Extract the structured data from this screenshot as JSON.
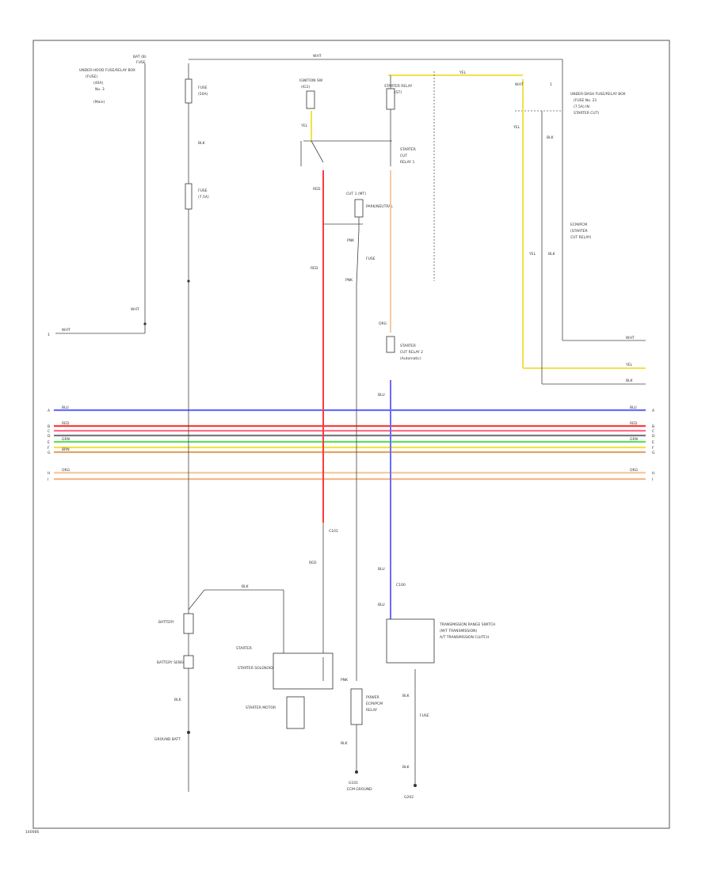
{
  "diagram": {
    "page_id": "140066",
    "label_fuse": "FUSE",
    "label_ign_sw": "IGNITION SW",
    "label_start_relay": "STARTER RELAY",
    "label_park_neutral": "PARK/NEUTRAL",
    "label_underhood_fuse": "UNDER-HOOD FUSE/RELAY BOX",
    "label_under_dash_fuse": "UNDER-DASH FUSE/RELAY BOX",
    "label_battery": "BATTERY",
    "label_battery_sensor": "BATTERY SENSOR",
    "label_ground_battery": "GROUND BATT.",
    "label_starter": "STARTER",
    "label_starter_motor": "STARTER MOTOR",
    "label_starter_solenoid": "STARTER SOLENOID",
    "label_transmission_range": "TRANSMISSION RANGE SWITCH",
    "label_pcm": "ECM/PCM",
    "label_g101": "G101",
    "label_g202": "G202",
    "label_ecm_ground": "ECM GROUND",
    "label_wht": "WHT",
    "label_blk": "BLK",
    "label_yel": "YEL",
    "label_red": "RED",
    "label_blu": "BLU",
    "label_org": "ORG",
    "label_pnk": "PNK",
    "label_grn": "GRN",
    "label_brn": "BRN",
    "bus_colors": {
      "blue": "#6b6bff",
      "red": "#ff3b3b",
      "pink": "#ff6f8a",
      "gray": "#8a8a8a",
      "green": "#5ee05e",
      "yellow": "#f2e14a",
      "orange": "#f0b27a",
      "peach": "#f7caa0"
    }
  }
}
